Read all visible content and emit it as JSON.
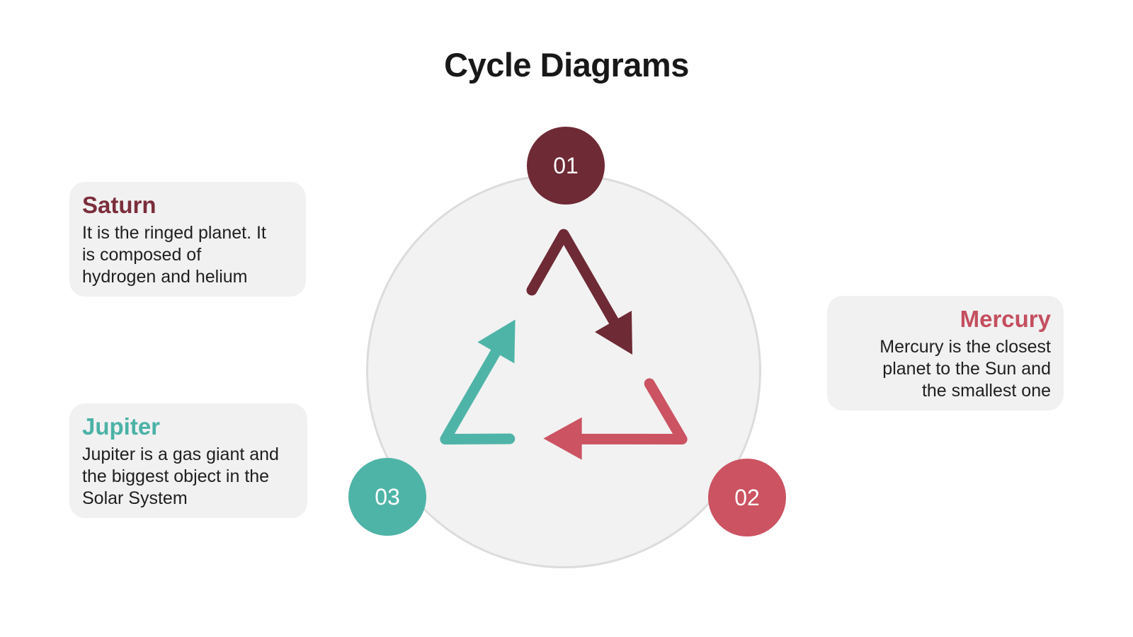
{
  "title": "Cycle Diagrams",
  "colors": {
    "maroon": "#6e2a35",
    "red": "#cb5362",
    "teal": "#4fb4a8",
    "panel_bg": "#f1f1f2",
    "circle_fill": "#f2f2f2",
    "circle_stroke": "#dcdcdc",
    "body_text": "#202020",
    "title_text": "#181818",
    "badge_text": "#ffffff"
  },
  "cycle": {
    "steps": [
      {
        "number": "01",
        "color": "#6e2a35"
      },
      {
        "number": "02",
        "color": "#cb5362"
      },
      {
        "number": "03",
        "color": "#4fb4a8"
      }
    ]
  },
  "cards": [
    {
      "title": "Saturn",
      "accent": "#7b2e3b",
      "align": "left",
      "lines": [
        "It is the ringed planet. It",
        "is composed of",
        "hydrogen and helium"
      ]
    },
    {
      "title": "Mercury",
      "accent": "#c44f5e",
      "align": "right",
      "lines": [
        "Mercury is the closest",
        "planet to the Sun and",
        "the smallest one"
      ]
    },
    {
      "title": "Jupiter",
      "accent": "#4bb2a6",
      "align": "left",
      "lines": [
        "Jupiter is a gas giant and",
        "the biggest object in the",
        "Solar System"
      ]
    }
  ]
}
